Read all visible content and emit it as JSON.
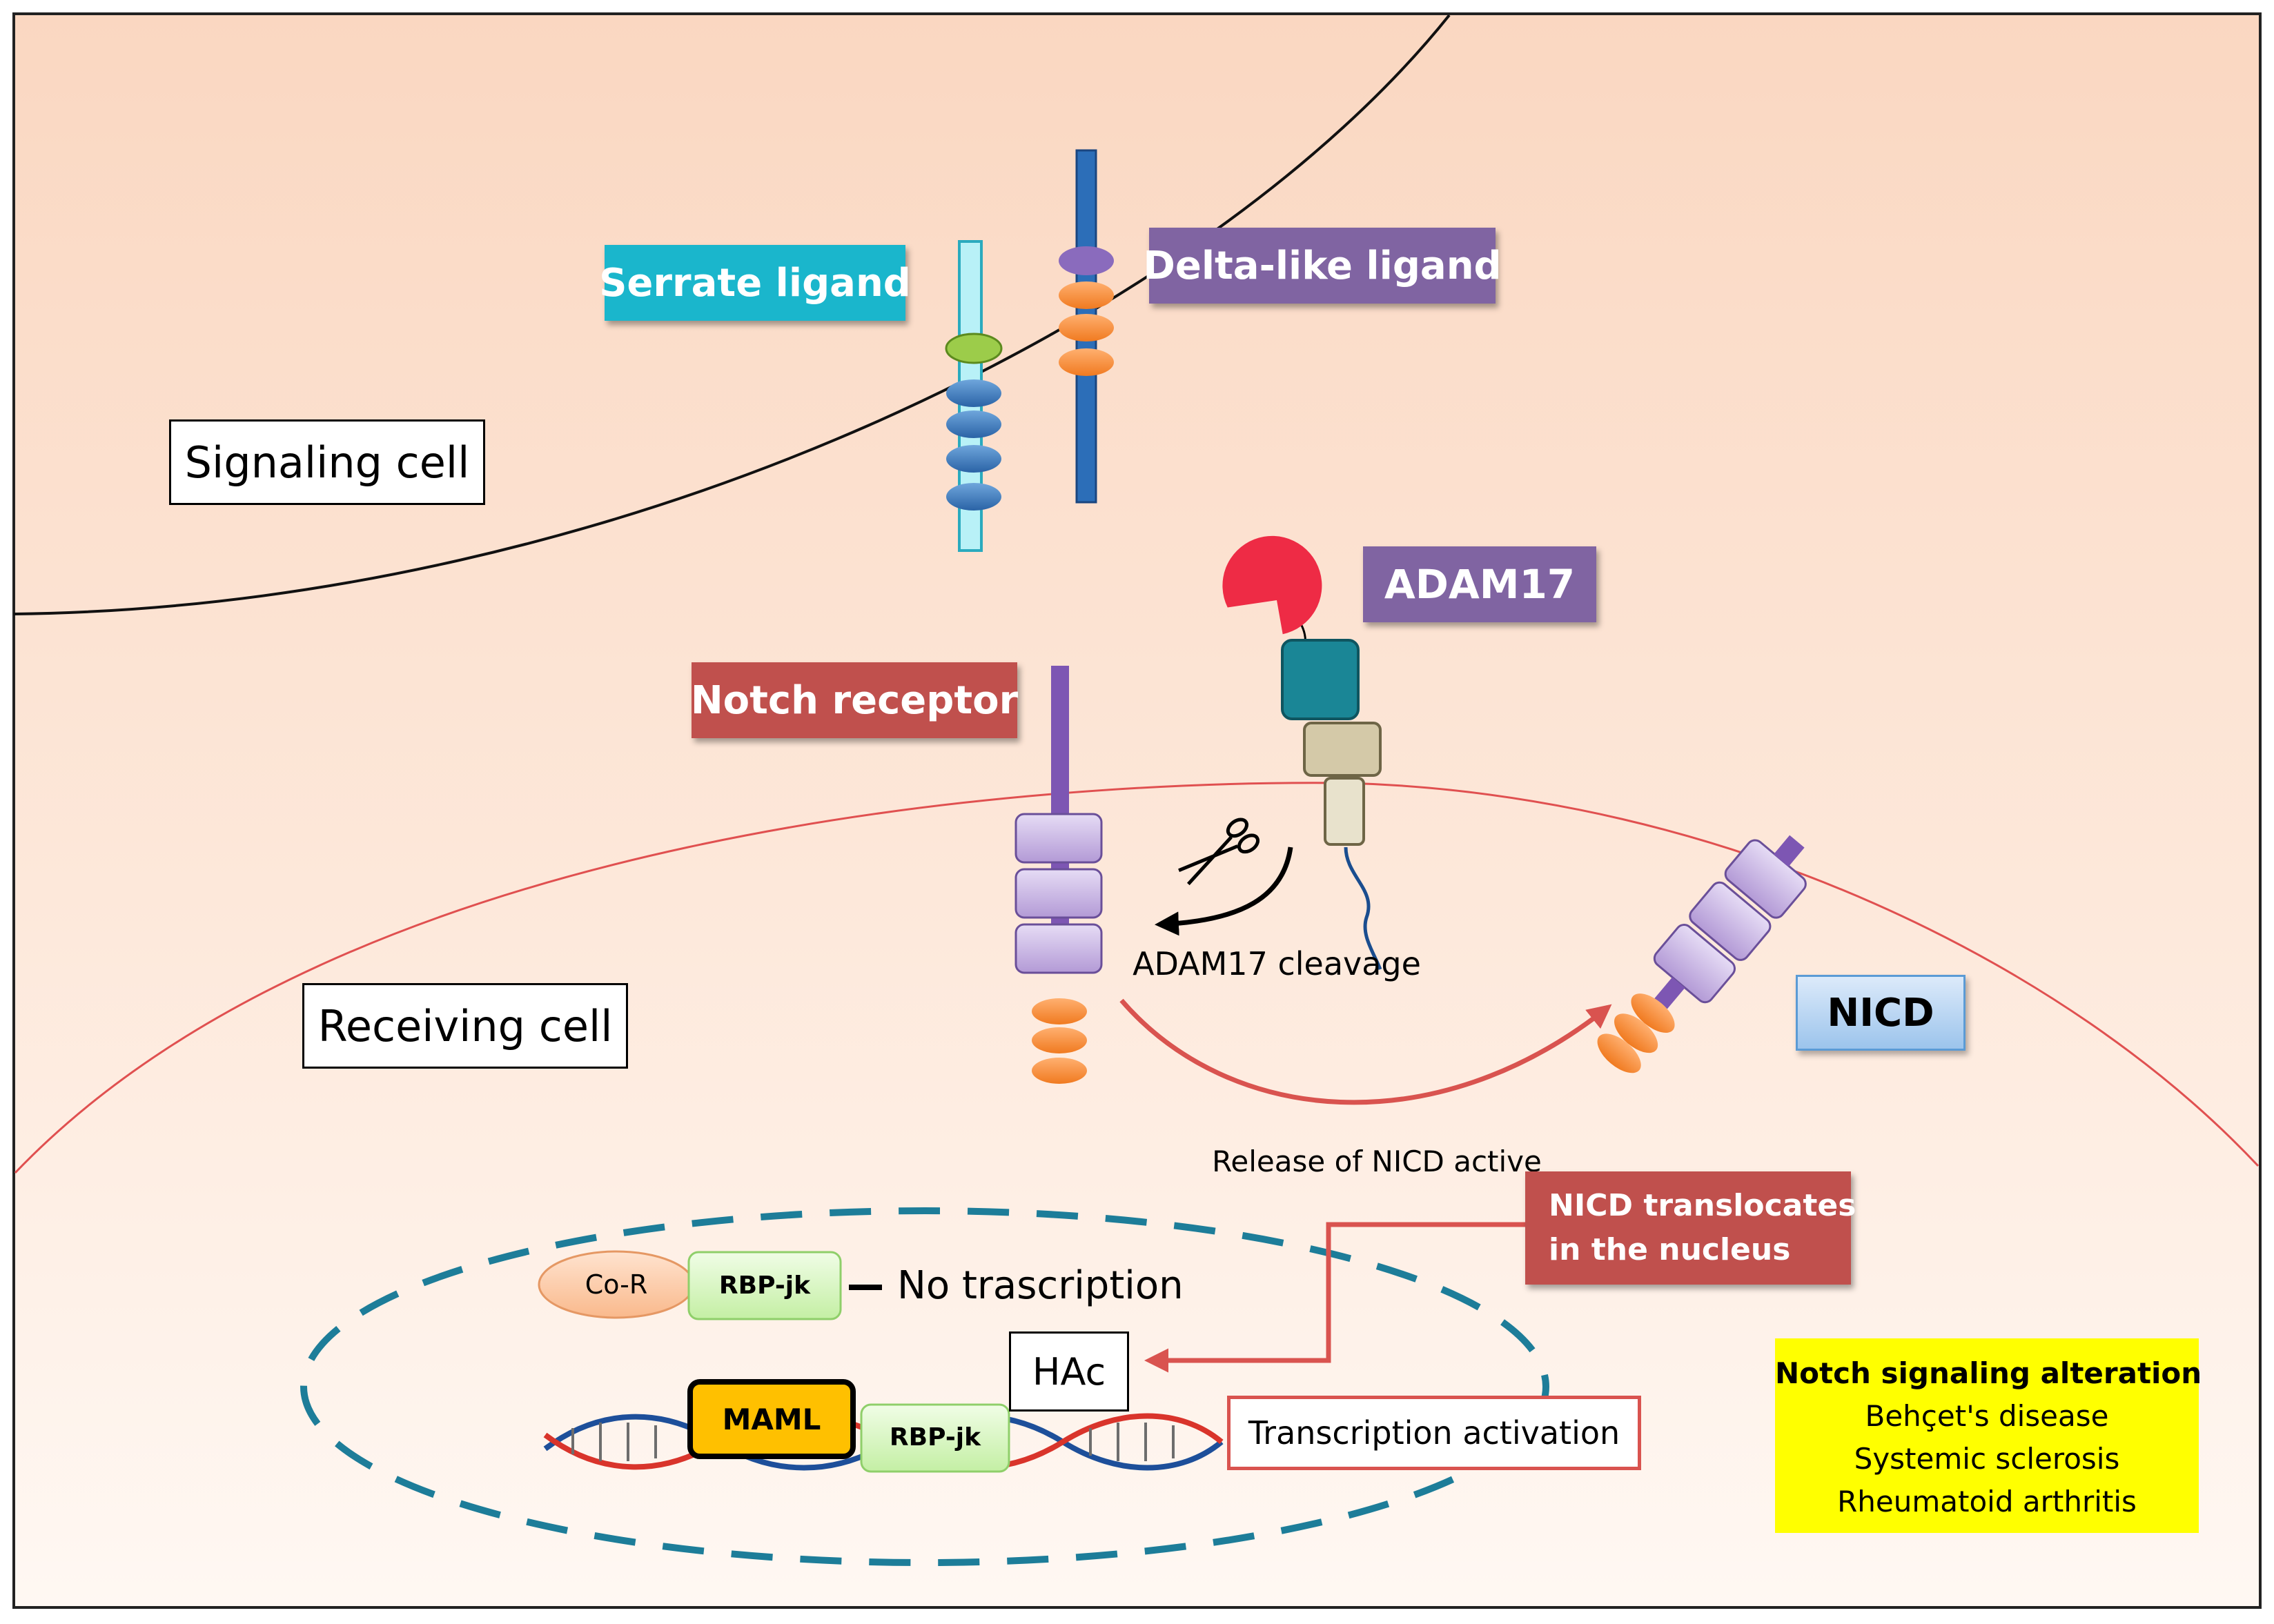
{
  "labels": {
    "signaling_cell": "Signaling cell",
    "receiving_cell": "Receiving  cell",
    "serrate_ligand": "Serrate ligand",
    "delta_like_ligand": "Delta-like ligand",
    "adam17": "ADAM17",
    "notch_receptor": "Notch receptor",
    "adam17_cleavage": "ADAM17  cleavage",
    "nicd": "NICD",
    "release_nicd": "Release of NICD active",
    "nicd_translocates_line1": "NICD translocates",
    "nicd_translocates_line2": "in the nucleus",
    "co_r": "Co-R",
    "rbp_jk_top": "RBP-jk",
    "no_transcription": "No trascription",
    "hac": "HAc",
    "maml": "MAML",
    "rbp_jk_bottom": "RBP-jk",
    "transcription_activation": "Transcription activation"
  },
  "alteration_box": {
    "title": "Notch signaling alteration",
    "items": [
      "Behçet's disease",
      "Systemic sclerosis",
      "Rheumatoid arthritis"
    ]
  },
  "colors": {
    "serrate_banner": "#1ab6cc",
    "delta_banner": "#8064a2",
    "adam17_banner": "#8064a2",
    "notch_banner": "#c0504d",
    "nicd_box": "#bdd7ee",
    "translocate_banner": "#c0504d",
    "alteration_box": "#ffff00",
    "background_top": "#fbdcc6",
    "background_bottom": "#fff7f1"
  }
}
